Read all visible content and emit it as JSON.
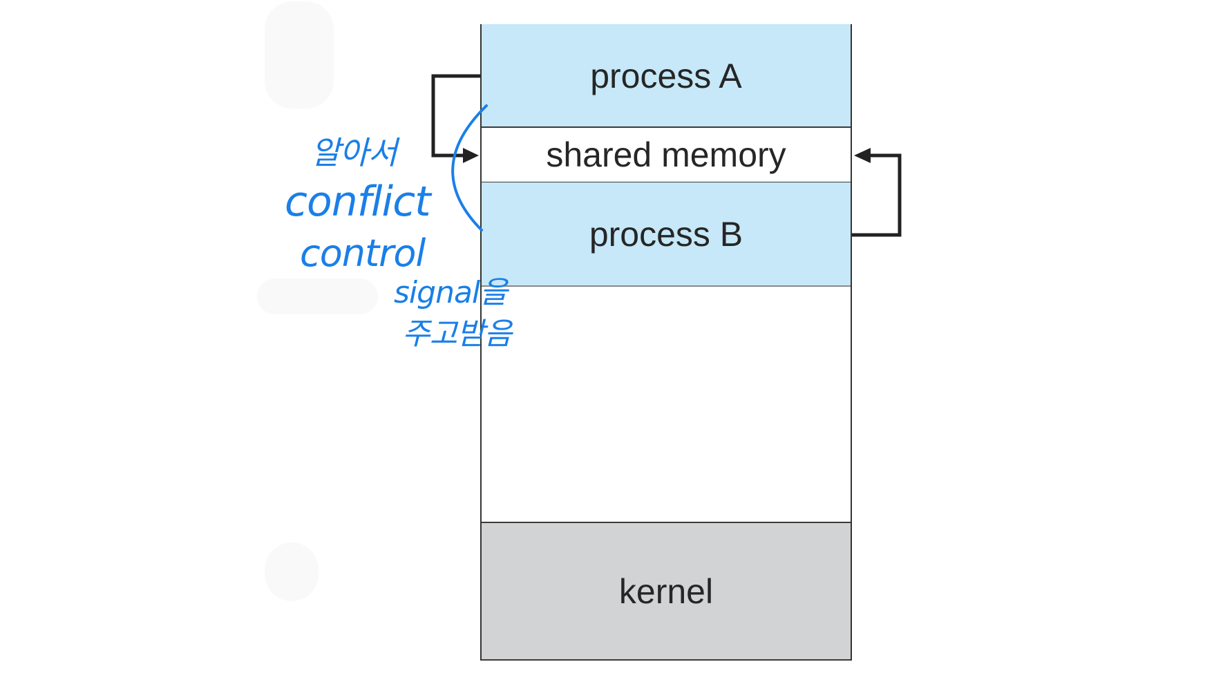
{
  "diagram": {
    "title": "Shared memory interprocess communication",
    "regions": [
      {
        "id": "process-a",
        "label": "process A",
        "color": "#c6e8f8"
      },
      {
        "id": "shared-memory",
        "label": "shared memory",
        "color": "#ffffff"
      },
      {
        "id": "process-b",
        "label": "process B",
        "color": "#c6e8f8"
      },
      {
        "id": "free",
        "label": "",
        "color": "#ffffff"
      },
      {
        "id": "kernel",
        "label": "kernel",
        "color": "#d1d3d5"
      }
    ],
    "arrows": [
      {
        "from": "process A",
        "to": "shared memory",
        "side": "left"
      },
      {
        "from": "process B",
        "to": "shared memory",
        "side": "right"
      }
    ]
  },
  "annotations": {
    "ink_color": "#1a7fe8",
    "lines": [
      "알아서",
      "conflict",
      "control",
      "signal을",
      "주고받음"
    ]
  }
}
